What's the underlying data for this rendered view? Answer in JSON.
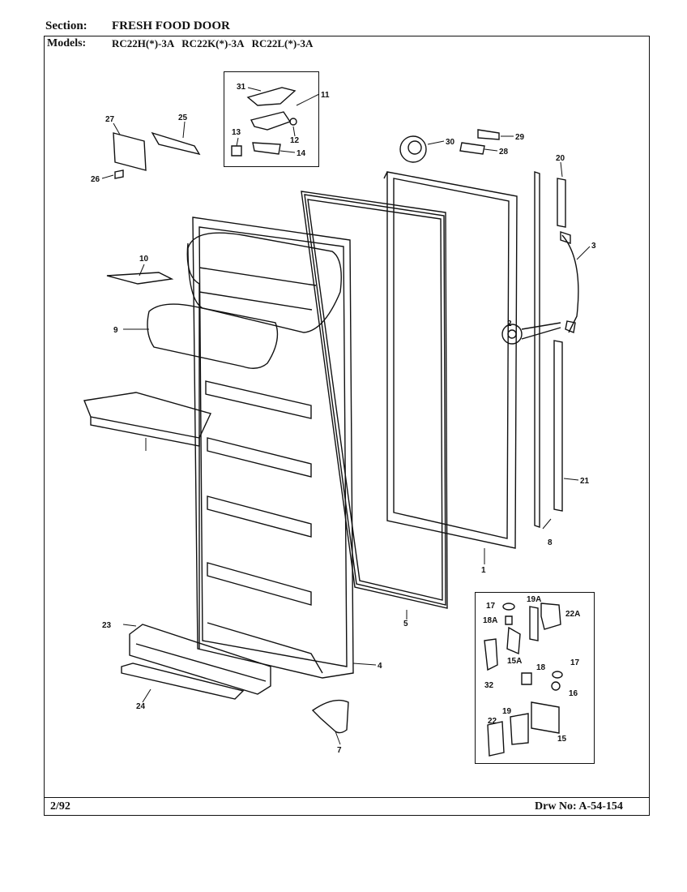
{
  "header": {
    "section_label": "Section:",
    "section_value": "FRESH FOOD DOOR",
    "models_label": "Models:",
    "models_value": "RC22H(*)-3A   RC22K(*)-3A   RC22L(*)-3A"
  },
  "footer": {
    "date": "2/92",
    "drawing_number": "Drw No: A-54-154"
  },
  "callouts": [
    "31",
    "11",
    "13",
    "12",
    "14",
    "27",
    "25",
    "26",
    "30",
    "29",
    "28",
    "20",
    "3",
    "10",
    "9",
    "2",
    "8",
    "21",
    "1",
    "5",
    "4",
    "23",
    "24",
    "7",
    "17",
    "19A",
    "22A",
    "18A",
    "15A",
    "32",
    "18",
    "17",
    "16",
    "22",
    "19",
    "15"
  ]
}
